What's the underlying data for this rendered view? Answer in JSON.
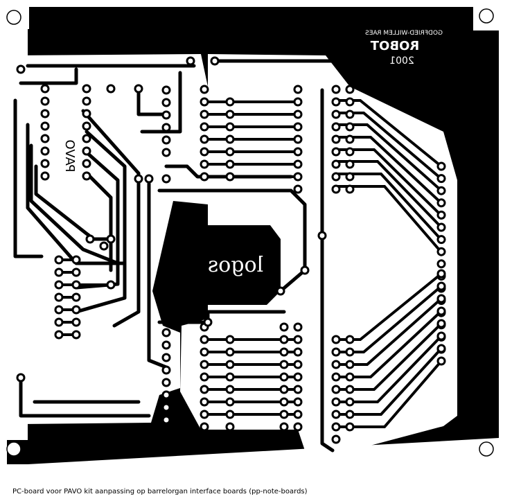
{
  "board": {
    "credit": "GODFRIED-WILLEM RAES",
    "title": "ROBOT",
    "year": "2001",
    "label_left": "PAVO",
    "logo_text": "logos"
  },
  "caption": "PC-board voor PAVO kit aanpassing op barrelorgan interface boards (pp-note-boards)",
  "colors": {
    "copper": "#000000",
    "substrate": "#ffffff"
  }
}
